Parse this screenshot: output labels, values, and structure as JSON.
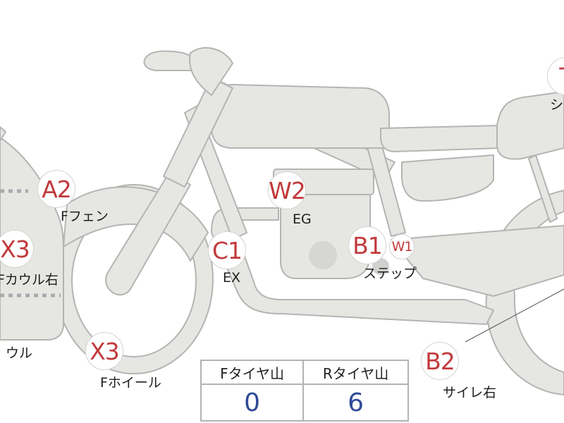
{
  "colors": {
    "part_fill": "#e6e6e3",
    "part_stroke": "#b4b4b4",
    "code_text": "#c13a3c",
    "tire_value": "#2f4b96"
  },
  "markers": [
    {
      "code": "A2",
      "part": "Fフェン"
    },
    {
      "code": "X3",
      "part": "Fカウル右"
    },
    {
      "code": "",
      "part": "ウル"
    },
    {
      "code": "X3",
      "part": "Fホイール"
    },
    {
      "code": "C1",
      "part": "EX"
    },
    {
      "code": "W2",
      "part": "EG"
    },
    {
      "code": "B1",
      "part": "ステップ"
    },
    {
      "code": "W1",
      "part": ""
    },
    {
      "code": "B2",
      "part": "サイレ右"
    },
    {
      "code": "T",
      "part": "シ"
    }
  ],
  "tire_table": {
    "headers": [
      "Fタイヤ山",
      "Rタイヤ山"
    ],
    "values": [
      "0",
      "6"
    ]
  }
}
